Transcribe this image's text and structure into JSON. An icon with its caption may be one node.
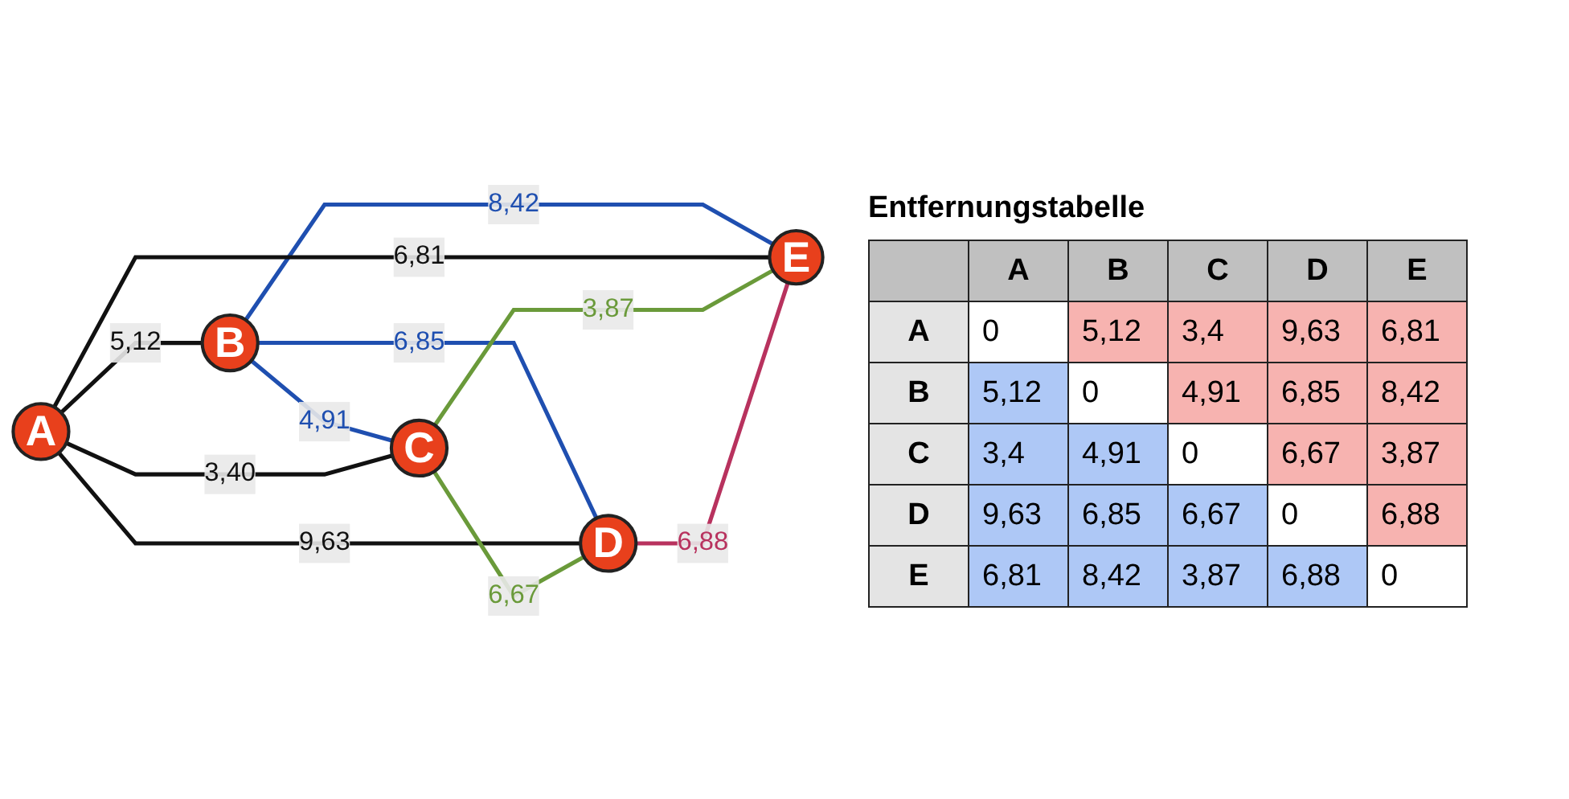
{
  "diagram": {
    "nodes": [
      {
        "text": [
          "B"
        ]
      },
      {
        "text": [
          "A"
        ]
      },
      {
        "text": [
          "D"
        ]
      },
      {
        "text": [
          "C"
        ]
      },
      {
        "text": [
          "E"
        ]
      }
    ],
    "edges": [
      {
        "from": 1,
        "to": 0,
        "arrow": "none",
        "label": "5,12"
      },
      {
        "from": 0,
        "to": 3,
        "arrow": "none",
        "label": "4,91",
        "color": "#1f4fb0"
      },
      {
        "from": 0,
        "to": 4,
        "arrow": "none",
        "label": "8,42",
        "color": "#1f4fb0"
      },
      {
        "from": 0,
        "to": 2,
        "arrow": "none",
        "label": "6,85",
        "color": "#1f4fb0"
      },
      {
        "from": 1,
        "to": 2,
        "arrow": "none",
        "label": "9,63"
      },
      {
        "from": 1,
        "to": 3,
        "arrow": "none",
        "label": "3,40"
      },
      {
        "from": 3,
        "to": 2,
        "arrow": "none",
        "label": "6,67",
        "color": "#6a9a3a"
      },
      {
        "from": 1,
        "to": 4,
        "arrow": "none",
        "label": "6,81"
      },
      {
        "from": 3,
        "to": 4,
        "arrow": "none",
        "label": "3,87",
        "color": "#6a9a3a"
      },
      {
        "from": 2,
        "to": 4,
        "arrow": "none",
        "label": "6,88",
        "color": "#b8325e"
      }
    ],
    "labels": [
      "Entfernungstabelle",
      "A",
      "B",
      "C",
      "D",
      "E",
      "A",
      "0",
      "5,12",
      "3,4",
      "9,63",
      "6,81",
      "B",
      "5,12",
      "0",
      "4,91",
      "6,85",
      "8,42",
      "C",
      "3,4",
      "4,91",
      "0",
      "6,67",
      "3,87",
      "D",
      "9,63",
      "6,85",
      "6,67",
      "0",
      "6,88",
      "E",
      "6,81",
      "8,42",
      "3,87",
      "6,88",
      "0"
    ]
  }
}
